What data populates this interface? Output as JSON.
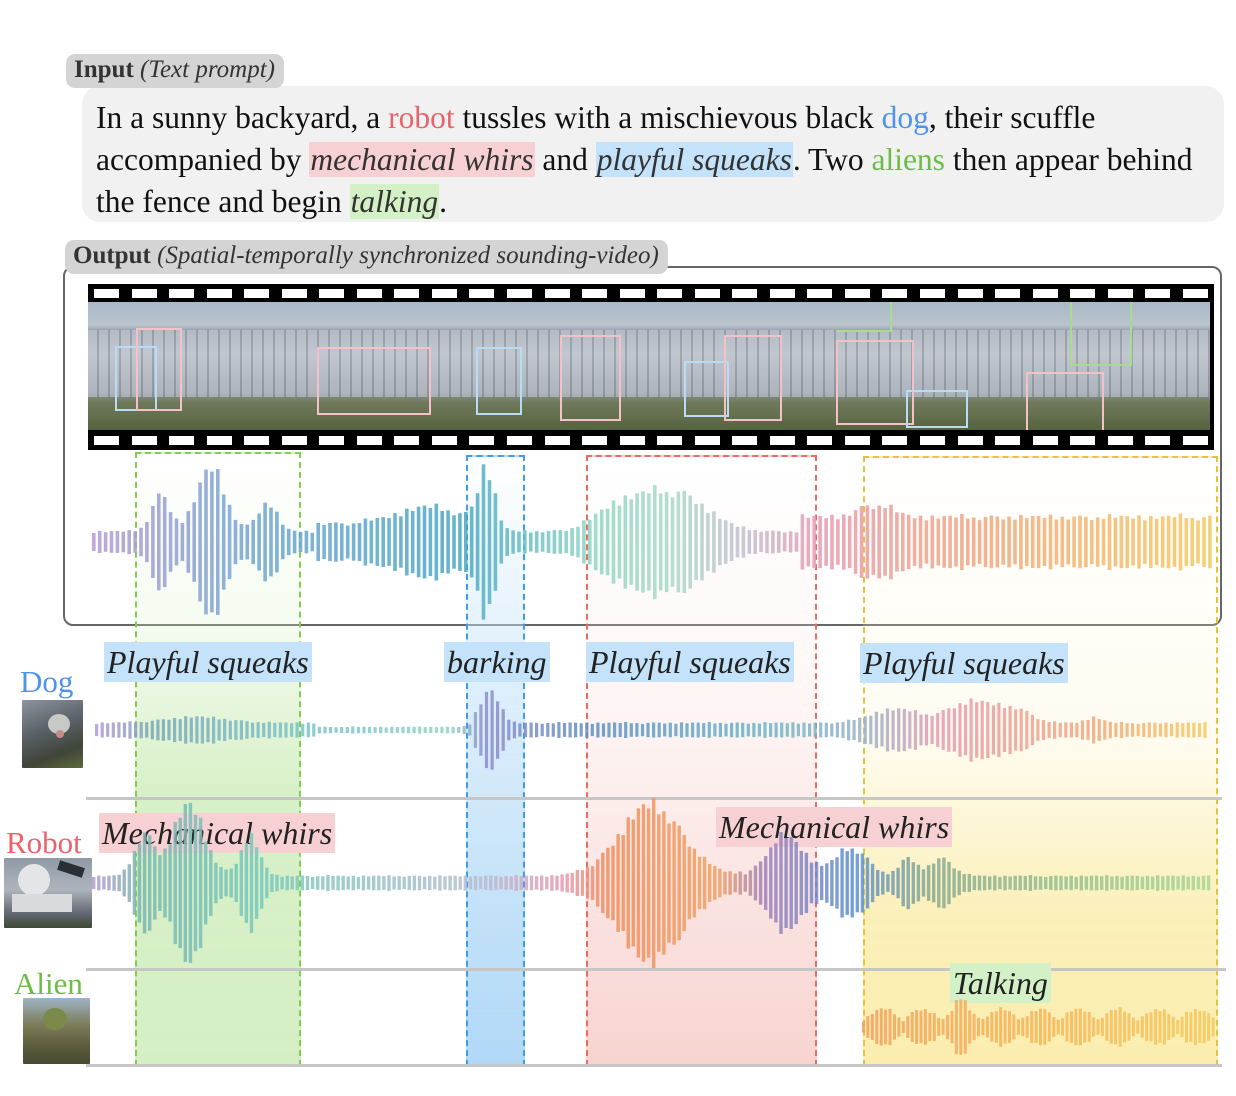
{
  "input_section": {
    "tag_bold": "Input",
    "tag_italic": "(Text prompt)",
    "prompt_segments": [
      {
        "text": "In a sunny backyard, a ",
        "style": "plain"
      },
      {
        "text": "robot",
        "style": "robot-word"
      },
      {
        "text": " tussles with a mischievous black ",
        "style": "plain"
      },
      {
        "text": "dog",
        "style": "dog-word"
      },
      {
        "text": ", their scuffle accompanied by ",
        "style": "plain"
      },
      {
        "text": "mechanical whirs",
        "style": "robot-sound"
      },
      {
        "text": " and ",
        "style": "plain"
      },
      {
        "text": "playful squeaks",
        "style": "dog-sound"
      },
      {
        "text": ". Two ",
        "style": "plain"
      },
      {
        "text": "aliens",
        "style": "alien-word"
      },
      {
        "text": " then appear behind the fence and begin ",
        "style": "plain"
      },
      {
        "text": "talking",
        "style": "alien-sound"
      },
      {
        "text": ".",
        "style": "plain"
      }
    ]
  },
  "output_section": {
    "tag_bold": "Output",
    "tag_italic": "(Spatial-temporally synchronized sounding-video)",
    "frame_count": 6,
    "frames": [
      {
        "boxes": [
          "dog",
          "robot"
        ]
      },
      {
        "boxes": [
          "robot"
        ]
      },
      {
        "boxes": [
          "dog",
          "robot"
        ]
      },
      {
        "boxes": [
          "dog",
          "robot"
        ]
      },
      {
        "boxes": [
          "alien",
          "robot",
          "dog"
        ]
      },
      {
        "boxes": [
          "alien",
          "robot"
        ]
      }
    ]
  },
  "characters": [
    {
      "id": "dog",
      "label": "Dog",
      "image": "dog-thumbnail"
    },
    {
      "id": "robot",
      "label": "Robot",
      "image": "robot-thumbnail"
    },
    {
      "id": "alien",
      "label": "Alien",
      "image": "alien-thumbnail"
    }
  ],
  "sound_tags": {
    "dog": [
      "Playful squeaks",
      "barking",
      "Playful squeaks",
      "Playful squeaks"
    ],
    "robot": [
      "Mechanical whirs",
      "Mechanical whirs"
    ],
    "alien": [
      "Talking"
    ]
  },
  "regions": [
    {
      "name": "playful-squeaks-region",
      "label": "Playful squeaks + Mechanical whirs",
      "color": "#7ed04b"
    },
    {
      "name": "barking-region",
      "label": "barking",
      "color": "#3d9bf0"
    },
    {
      "name": "mechanical-whirs-region",
      "label": "Mechanical whirs",
      "color": "#ec6b5e"
    },
    {
      "name": "talking-region",
      "label": "Talking",
      "color": "#e8c23a"
    }
  ],
  "colors": {
    "robot": "#e8636a",
    "dog": "#4f93ec",
    "alien": "#6dbd45",
    "robot_highlight": "#f7d0d3",
    "dog_highlight": "#c4e3fb",
    "alien_highlight": "#d4f0c6",
    "prompt_bg": "#f1f1f1",
    "tag_bg": "#d4d4d4"
  }
}
